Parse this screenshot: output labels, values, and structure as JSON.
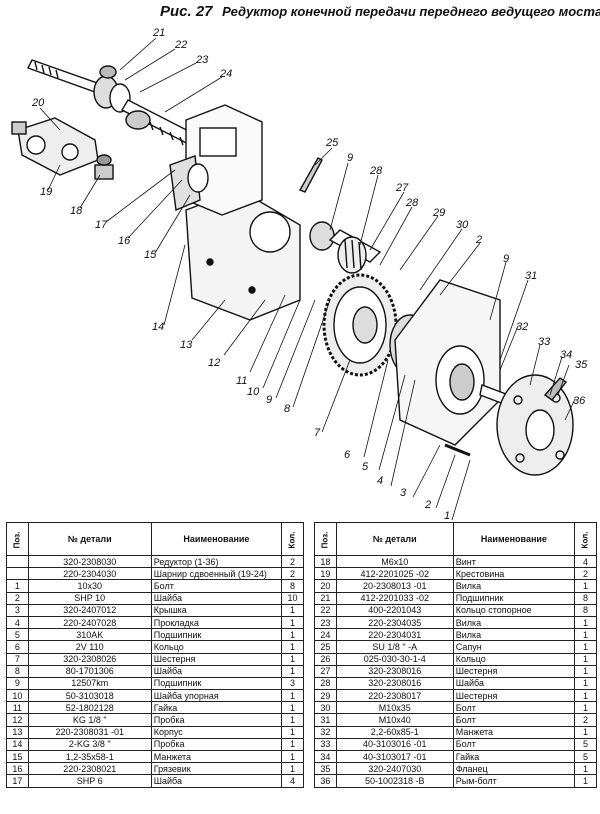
{
  "title": {
    "figure": "Рис. 27",
    "text": "Редуктор конечной передачи переднего ведущего моста"
  },
  "callouts": [
    "21",
    "22",
    "23",
    "24",
    "20",
    "19",
    "18",
    "17",
    "16",
    "15",
    "25",
    "9",
    "28",
    "27",
    "28",
    "29",
    "30",
    "2",
    "9",
    "31",
    "32",
    "33",
    "34",
    "35",
    "36",
    "14",
    "13",
    "12",
    "11",
    "10",
    "9",
    "8",
    "7",
    "6",
    "5",
    "4",
    "3",
    "2",
    "1"
  ],
  "table_headers": {
    "pos": "Поз.",
    "part_no": "№ детали",
    "name": "Наименование",
    "qty": "Кол."
  },
  "rows_left": [
    {
      "pos": "",
      "part": "320-2308030",
      "name": "Редуктор (1-36)",
      "qty": "2"
    },
    {
      "pos": "",
      "part": "220-2304030",
      "name": "Шарнир сдвоенный (19-24)",
      "qty": "2"
    },
    {
      "pos": "1",
      "part": "10х30",
      "name": "Болт",
      "qty": "8"
    },
    {
      "pos": "2",
      "part": "SHP 10",
      "name": "Шайба",
      "qty": "10"
    },
    {
      "pos": "3",
      "part": "320-2407012",
      "name": "Крышка",
      "qty": "1"
    },
    {
      "pos": "4",
      "part": "220-2407028",
      "name": "Прокладка",
      "qty": "1"
    },
    {
      "pos": "5",
      "part": "310AK",
      "name": "Подшипник",
      "qty": "1"
    },
    {
      "pos": "6",
      "part": "2V 110",
      "name": "Кольцо",
      "qty": "1"
    },
    {
      "pos": "7",
      "part": "320-2308026",
      "name": "Шестерня",
      "qty": "1"
    },
    {
      "pos": "8",
      "part": "80-1701306",
      "name": "Шайба",
      "qty": "1"
    },
    {
      "pos": "9",
      "part": "12507km",
      "name": "Подшипник",
      "qty": "3"
    },
    {
      "pos": "10",
      "part": "50-3103018",
      "name": "Шайба упорная",
      "qty": "1"
    },
    {
      "pos": "11",
      "part": "52-1802128",
      "name": "Гайка",
      "qty": "1"
    },
    {
      "pos": "12",
      "part": "KG 1/8 \"",
      "name": "Пробка",
      "qty": "1"
    },
    {
      "pos": "13",
      "part": "220-2308031 -01",
      "name": "Корпус",
      "qty": "1"
    },
    {
      "pos": "14",
      "part": "2-KG 3/8 \"",
      "name": "Пробка",
      "qty": "1"
    },
    {
      "pos": "15",
      "part": "1,2-35х58-1",
      "name": "Манжета",
      "qty": "1"
    },
    {
      "pos": "16",
      "part": "220-2308021",
      "name": "Грязевик",
      "qty": "1"
    },
    {
      "pos": "17",
      "part": "SHP 6",
      "name": "Шайба",
      "qty": "4"
    }
  ],
  "rows_right": [
    {
      "pos": "18",
      "part": "М6х10",
      "name": "Винт",
      "qty": "4"
    },
    {
      "pos": "19",
      "part": "412-2201025 -02",
      "name": "Крестовина",
      "qty": "2"
    },
    {
      "pos": "20",
      "part": "20-2308013 -01",
      "name": "Вилка",
      "qty": "1"
    },
    {
      "pos": "21",
      "part": "412-2201033 -02",
      "name": "Подшипник",
      "qty": "8"
    },
    {
      "pos": "22",
      "part": "400-2201043",
      "name": "Кольцо стопорное",
      "qty": "8"
    },
    {
      "pos": "23",
      "part": "220-2304035",
      "name": "Вилка",
      "qty": "1"
    },
    {
      "pos": "24",
      "part": "220-2304031",
      "name": "Вилка",
      "qty": "1"
    },
    {
      "pos": "25",
      "part": "SU 1/8 \" -A",
      "name": "Сапун",
      "qty": "1"
    },
    {
      "pos": "26",
      "part": "025-030-30-1-4",
      "name": "Кольцо",
      "qty": "1"
    },
    {
      "pos": "27",
      "part": "320-2308016",
      "name": "Шестерня",
      "qty": "1"
    },
    {
      "pos": "28",
      "part": "320-2308016",
      "name": "Шайба",
      "qty": "1"
    },
    {
      "pos": "29",
      "part": "220-2308017",
      "name": "Шестерня",
      "qty": "1"
    },
    {
      "pos": "30",
      "part": "М10х35",
      "name": "Болт",
      "qty": "1"
    },
    {
      "pos": "31",
      "part": "М10х40",
      "name": "Болт",
      "qty": "2"
    },
    {
      "pos": "32",
      "part": "2,2-60х85-1",
      "name": "Манжета",
      "qty": "1"
    },
    {
      "pos": "33",
      "part": "40-3103016 -01",
      "name": "Болт",
      "qty": "5"
    },
    {
      "pos": "34",
      "part": "40-3103017 -01",
      "name": "Гайка",
      "qty": "5"
    },
    {
      "pos": "35",
      "part": "320-2407030",
      "name": "Фланец",
      "qty": "1"
    },
    {
      "pos": "36",
      "part": "50-1002318 -В",
      "name": "Рым-болт",
      "qty": "1"
    }
  ]
}
